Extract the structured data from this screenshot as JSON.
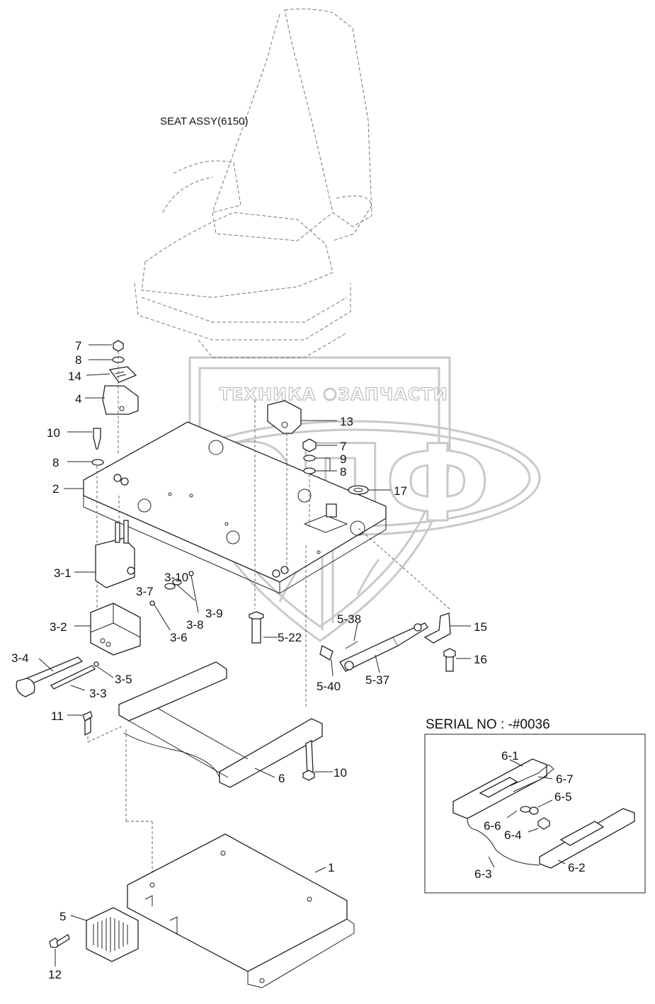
{
  "title": "SEAT ASSY(6150)",
  "watermark": {
    "left": "ТЕХНИКА",
    "right": "ЗАПЧАСТИ",
    "logo": "ЭПФ"
  },
  "labels": {
    "p7a": "7",
    "p8a": "8",
    "p14": "14",
    "p4": "4",
    "p10a": "10",
    "p8b": "8",
    "p2": "2",
    "p13": "13",
    "p7b": "7",
    "p9": "9",
    "p8c": "8",
    "p17": "17",
    "p3_1": "3-1",
    "p3_10": "3-10",
    "p3_7": "3-7",
    "p3_9": "3-9",
    "p3_8": "3-8",
    "p3_2": "3-2",
    "p3_6": "3-6",
    "p3_4": "3-4",
    "p3_5": "3-5",
    "p3_3": "3-3",
    "p5_22": "5-22",
    "p5_38": "5-38",
    "p15": "15",
    "p16": "16",
    "p5_40": "5-40",
    "p5_37": "5-37",
    "p11": "11",
    "p6": "6",
    "p10b": "10",
    "p1": "1",
    "p5": "5",
    "p12": "12"
  },
  "inset": {
    "title": "SERIAL NO : -#0036",
    "labels": {
      "p6_1": "6-1",
      "p6_7": "6-7",
      "p6_5": "6-5",
      "p6_6": "6-6",
      "p6_4": "6-4",
      "p6_3": "6-3",
      "p6_2": "6-2"
    }
  },
  "colors": {
    "line": "#222222",
    "watermark": "#c9c9c9",
    "background": "#ffffff"
  }
}
